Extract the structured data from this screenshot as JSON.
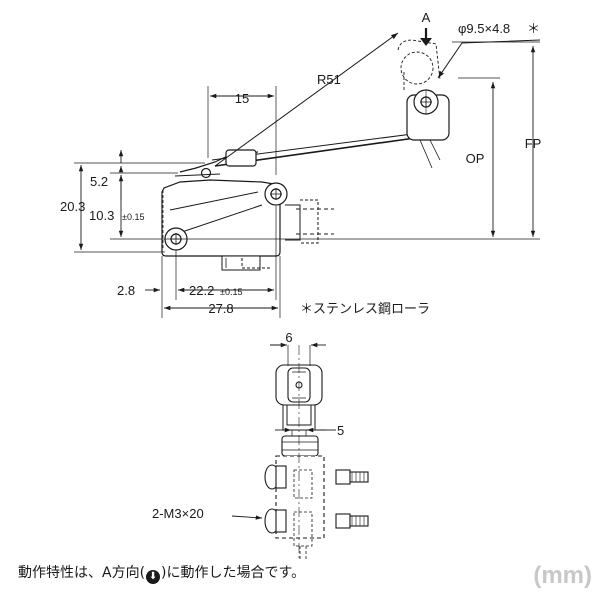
{
  "top_view": {
    "actuation_direction_label": "A",
    "roller_size": "φ9.5×4.8",
    "roller_size_mark": "＊",
    "radius_label": "R51",
    "dim_15": "15",
    "dim_op": "OP",
    "dim_fp": "FP",
    "dim_5_2": "5.2",
    "dim_20_3": "20.3",
    "dim_10_3": "10.3",
    "dim_10_3_tol": "±0.15",
    "dim_2_8": "2.8",
    "dim_22_2": "22.2",
    "dim_22_2_tol": "±0.15",
    "dim_27_8": "27.8",
    "roller_note": "＊ステンレス鋼ローラ"
  },
  "side_view": {
    "dim_6": "6",
    "dim_5": "5",
    "screw_label": "2-M3×20"
  },
  "footer": {
    "note_prefix": "動作特性は、A方向(",
    "note_arrow": "⬇",
    "note_suffix": ")に動作した場合です。",
    "units": "(mm)"
  }
}
